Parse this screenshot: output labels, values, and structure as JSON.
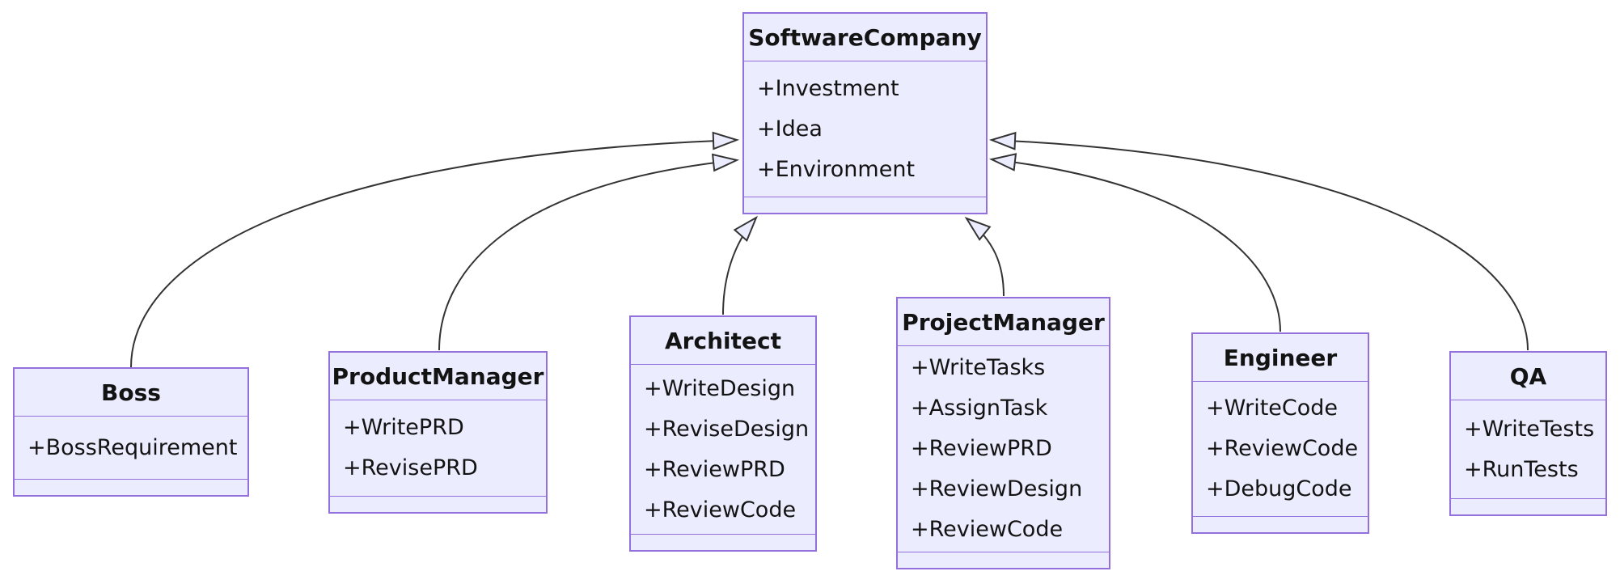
{
  "diagram": {
    "type": "uml-class-diagram",
    "colors": {
      "node_fill": "#ECECFF",
      "node_border": "#9370DB",
      "edge_line": "#333333",
      "text": "#131313",
      "background": "#ffffff"
    },
    "classes": [
      {
        "name": "SoftwareCompany",
        "attributes": [
          "+Investment",
          "+Idea",
          "+Environment"
        ],
        "methods": []
      },
      {
        "name": "Boss",
        "attributes": [
          "+BossRequirement"
        ],
        "methods": []
      },
      {
        "name": "ProductManager",
        "attributes": [
          "+WritePRD",
          "+RevisePRD"
        ],
        "methods": []
      },
      {
        "name": "Architect",
        "attributes": [
          "+WriteDesign",
          "+ReviseDesign",
          "+ReviewPRD",
          "+ReviewCode"
        ],
        "methods": []
      },
      {
        "name": "ProjectManager",
        "attributes": [
          "+WriteTasks",
          "+AssignTask",
          "+ReviewPRD",
          "+ReviewDesign",
          "+ReviewCode"
        ],
        "methods": []
      },
      {
        "name": "Engineer",
        "attributes": [
          "+WriteCode",
          "+ReviewCode",
          "+DebugCode"
        ],
        "methods": []
      },
      {
        "name": "QA",
        "attributes": [
          "+WriteTests",
          "+RunTests"
        ],
        "methods": []
      }
    ],
    "relations": [
      {
        "from": "Boss",
        "to": "SoftwareCompany",
        "kind": "inheritance"
      },
      {
        "from": "ProductManager",
        "to": "SoftwareCompany",
        "kind": "inheritance"
      },
      {
        "from": "Architect",
        "to": "SoftwareCompany",
        "kind": "inheritance"
      },
      {
        "from": "ProjectManager",
        "to": "SoftwareCompany",
        "kind": "inheritance"
      },
      {
        "from": "Engineer",
        "to": "SoftwareCompany",
        "kind": "inheritance"
      },
      {
        "from": "QA",
        "to": "SoftwareCompany",
        "kind": "inheritance"
      }
    ]
  }
}
